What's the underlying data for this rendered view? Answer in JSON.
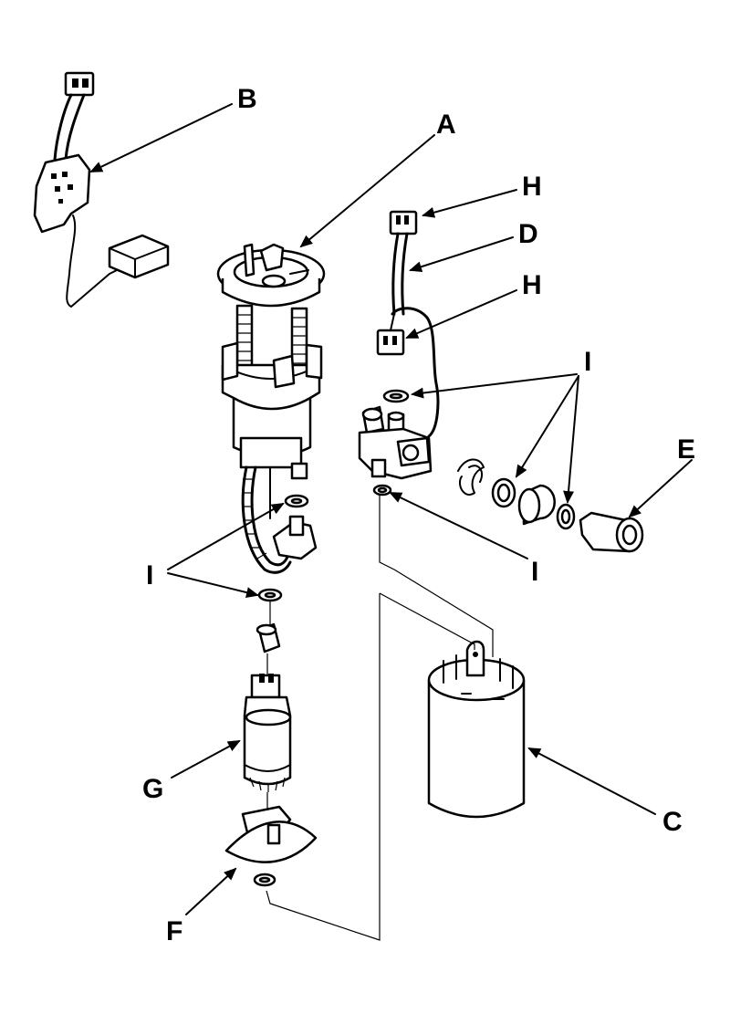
{
  "callouts": {
    "A": "A",
    "B": "B",
    "C": "C",
    "D": "D",
    "E": "E",
    "F": "F",
    "G": "G",
    "H_top": "H",
    "H_bottom": "H",
    "I_right": "I",
    "I_left": "I",
    "I_mid": "I"
  }
}
